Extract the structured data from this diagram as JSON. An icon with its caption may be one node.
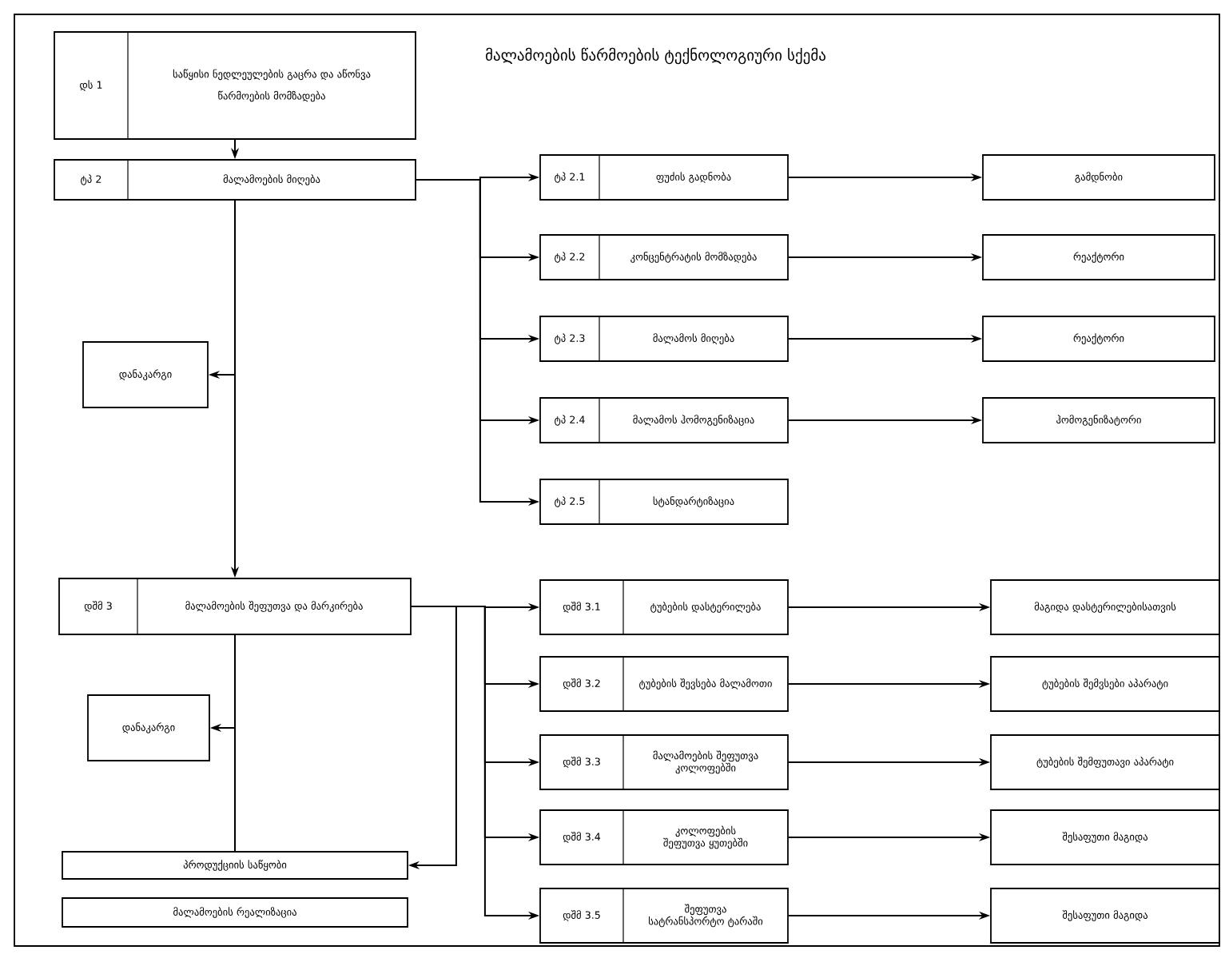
{
  "diagram": {
    "title": "მალამოების წარმოების ტექნოლოგიური სქემა",
    "nodes": [
      {
        "text": [
          "დს 1",
          "საწყისი ნედლეულების გაცრა და აწონვა",
          "წარმოების მომზადება"
        ]
      },
      {
        "text": [
          "ტპ 2",
          "მალამოების მიღება"
        ]
      },
      {
        "text": [
          "დანაკარგი"
        ]
      },
      {
        "text": [
          "ტპ 2.1",
          "ფუძის გადნობა"
        ]
      },
      {
        "text": [
          "ტპ 2.2",
          "კონცენტრატის მომზადება"
        ]
      },
      {
        "text": [
          "ტპ 2.3",
          "მალამოს მიღება"
        ]
      },
      {
        "text": [
          "ტპ 2.4",
          "მალამოს ჰომოგენიზაცია"
        ]
      },
      {
        "text": [
          "ტპ 2.5",
          "სტანდარტიზაცია"
        ]
      },
      {
        "text": [
          "გამდნობი"
        ]
      },
      {
        "text": [
          "რეაქტორი"
        ]
      },
      {
        "text": [
          "რეაქტორი"
        ]
      },
      {
        "text": [
          "ჰომოგენიზატორი"
        ]
      },
      {
        "text": [
          "დშმ 3",
          "მალამოების შეფუთვა და მარკირება"
        ]
      },
      {
        "text": [
          "დანაკარგი"
        ]
      },
      {
        "text": [
          "დშმ 3.1",
          "ტუბების დასტერილება"
        ]
      },
      {
        "text": [
          "დშმ 3.2",
          "ტუბების შევსება მალამოთი"
        ]
      },
      {
        "text": [
          "დშმ 3.3",
          "მალამოების შეფუთვა კოლოფებში"
        ]
      },
      {
        "text": [
          "დშმ 3.4",
          "კოლოფების შეფუთვა ყუთებში"
        ]
      },
      {
        "text": [
          "დშმ 3.5",
          "შეფუთვა სატრანსპორტო ტარაში"
        ]
      },
      {
        "text": [
          "მაგიდა დასტერილებისათვის"
        ]
      },
      {
        "text": [
          "ტუბების შემვსები აპარატი"
        ]
      },
      {
        "text": [
          "ტუბების შემფუთავი აპარატი"
        ]
      },
      {
        "text": [
          "შესაფუთი მაგიდა"
        ]
      },
      {
        "text": [
          "შესაფუთი მაგიდა"
        ]
      },
      {
        "text": [
          "პროდუქციის საწყობი"
        ]
      },
      {
        "text": [
          "მალამოების რეალიზაცია"
        ]
      }
    ],
    "edges": [
      {
        "from": 0,
        "to": 1,
        "arrow": "to"
      },
      {
        "from": 1,
        "to": 3,
        "arrow": "to"
      },
      {
        "from": 1,
        "to": 4,
        "arrow": "to"
      },
      {
        "from": 1,
        "to": 5,
        "arrow": "to"
      },
      {
        "from": 1,
        "to": 6,
        "arrow": "to"
      },
      {
        "from": 1,
        "to": 7,
        "arrow": "to"
      },
      {
        "from": 3,
        "to": 8,
        "arrow": "to"
      },
      {
        "from": 4,
        "to": 9,
        "arrow": "to"
      },
      {
        "from": 5,
        "to": 10,
        "arrow": "to"
      },
      {
        "from": 6,
        "to": 11,
        "arrow": "to"
      },
      {
        "from": 1,
        "to": 2,
        "arrow": "to"
      },
      {
        "from": 1,
        "to": 12,
        "arrow": "to"
      },
      {
        "from": 12,
        "to": 14,
        "arrow": "to"
      },
      {
        "from": 12,
        "to": 15,
        "arrow": "to"
      },
      {
        "from": 12,
        "to": 16,
        "arrow": "to"
      },
      {
        "from": 12,
        "to": 17,
        "arrow": "to"
      },
      {
        "from": 12,
        "to": 18,
        "arrow": "to"
      },
      {
        "from": 14,
        "to": 19,
        "arrow": "to"
      },
      {
        "from": 15,
        "to": 20,
        "arrow": "to"
      },
      {
        "from": 16,
        "to": 21,
        "arrow": "to"
      },
      {
        "from": 17,
        "to": 22,
        "arrow": "to"
      },
      {
        "from": 18,
        "to": 23,
        "arrow": "to"
      },
      {
        "from": 12,
        "to": 13,
        "arrow": "to"
      },
      {
        "from": 12,
        "to": 24,
        "arrow": "none"
      },
      {
        "from": 12,
        "to": 24,
        "arrow": "to"
      }
    ]
  }
}
